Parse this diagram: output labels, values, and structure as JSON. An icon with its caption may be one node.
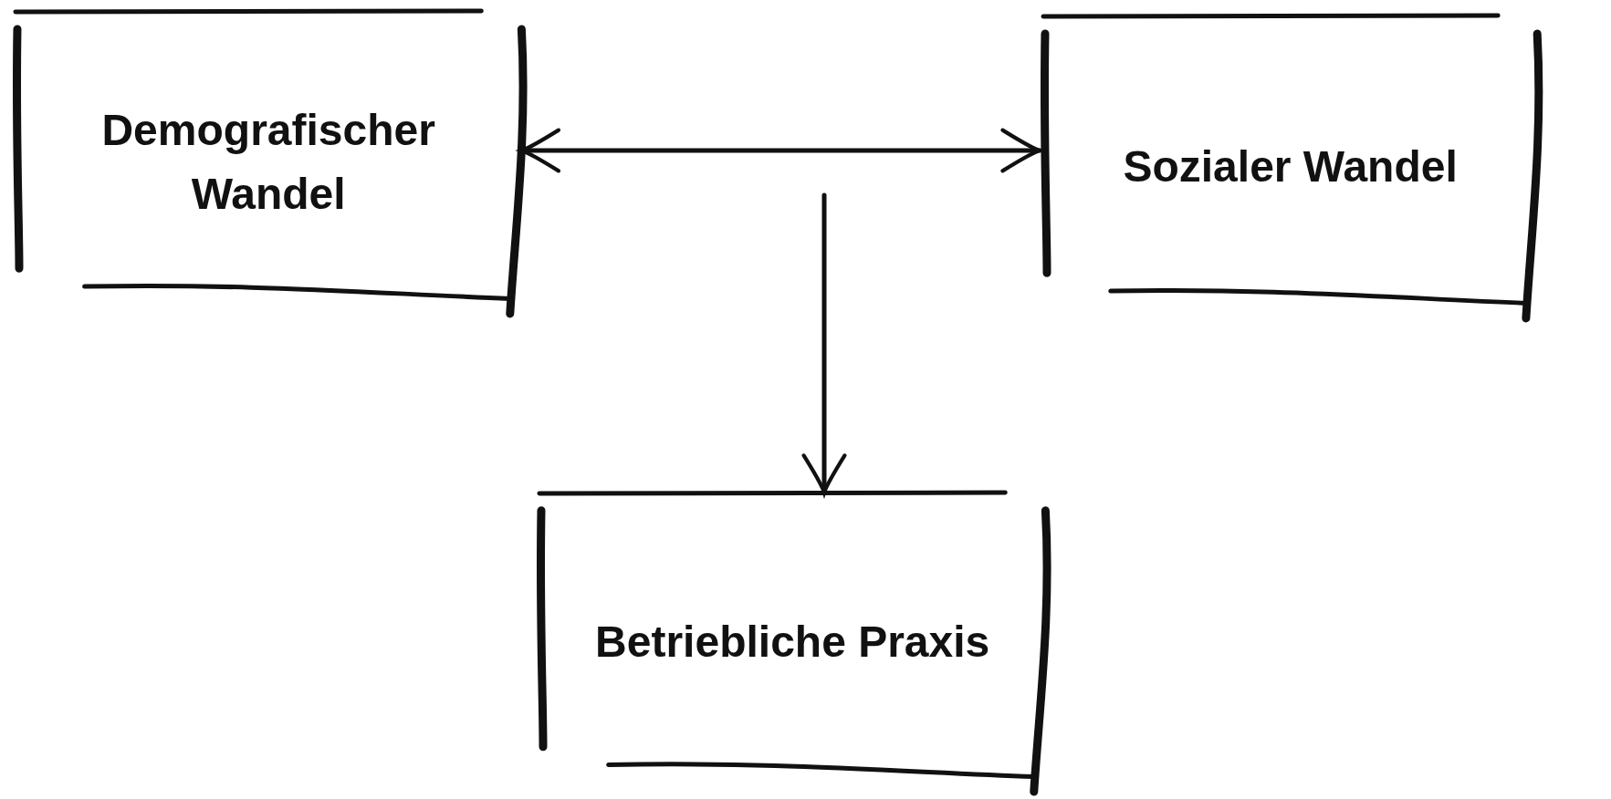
{
  "diagram": {
    "nodes": [
      {
        "text": [
          "Demografischer Wandel"
        ]
      },
      {
        "text": [
          "Sozialer Wandel"
        ]
      },
      {
        "text": [
          "Betriebliche Praxis"
        ]
      }
    ],
    "edges": [
      {
        "from": 0,
        "to": 1,
        "arrow": "both"
      },
      {
        "from": null,
        "to": 2,
        "arrow": "to"
      }
    ]
  }
}
